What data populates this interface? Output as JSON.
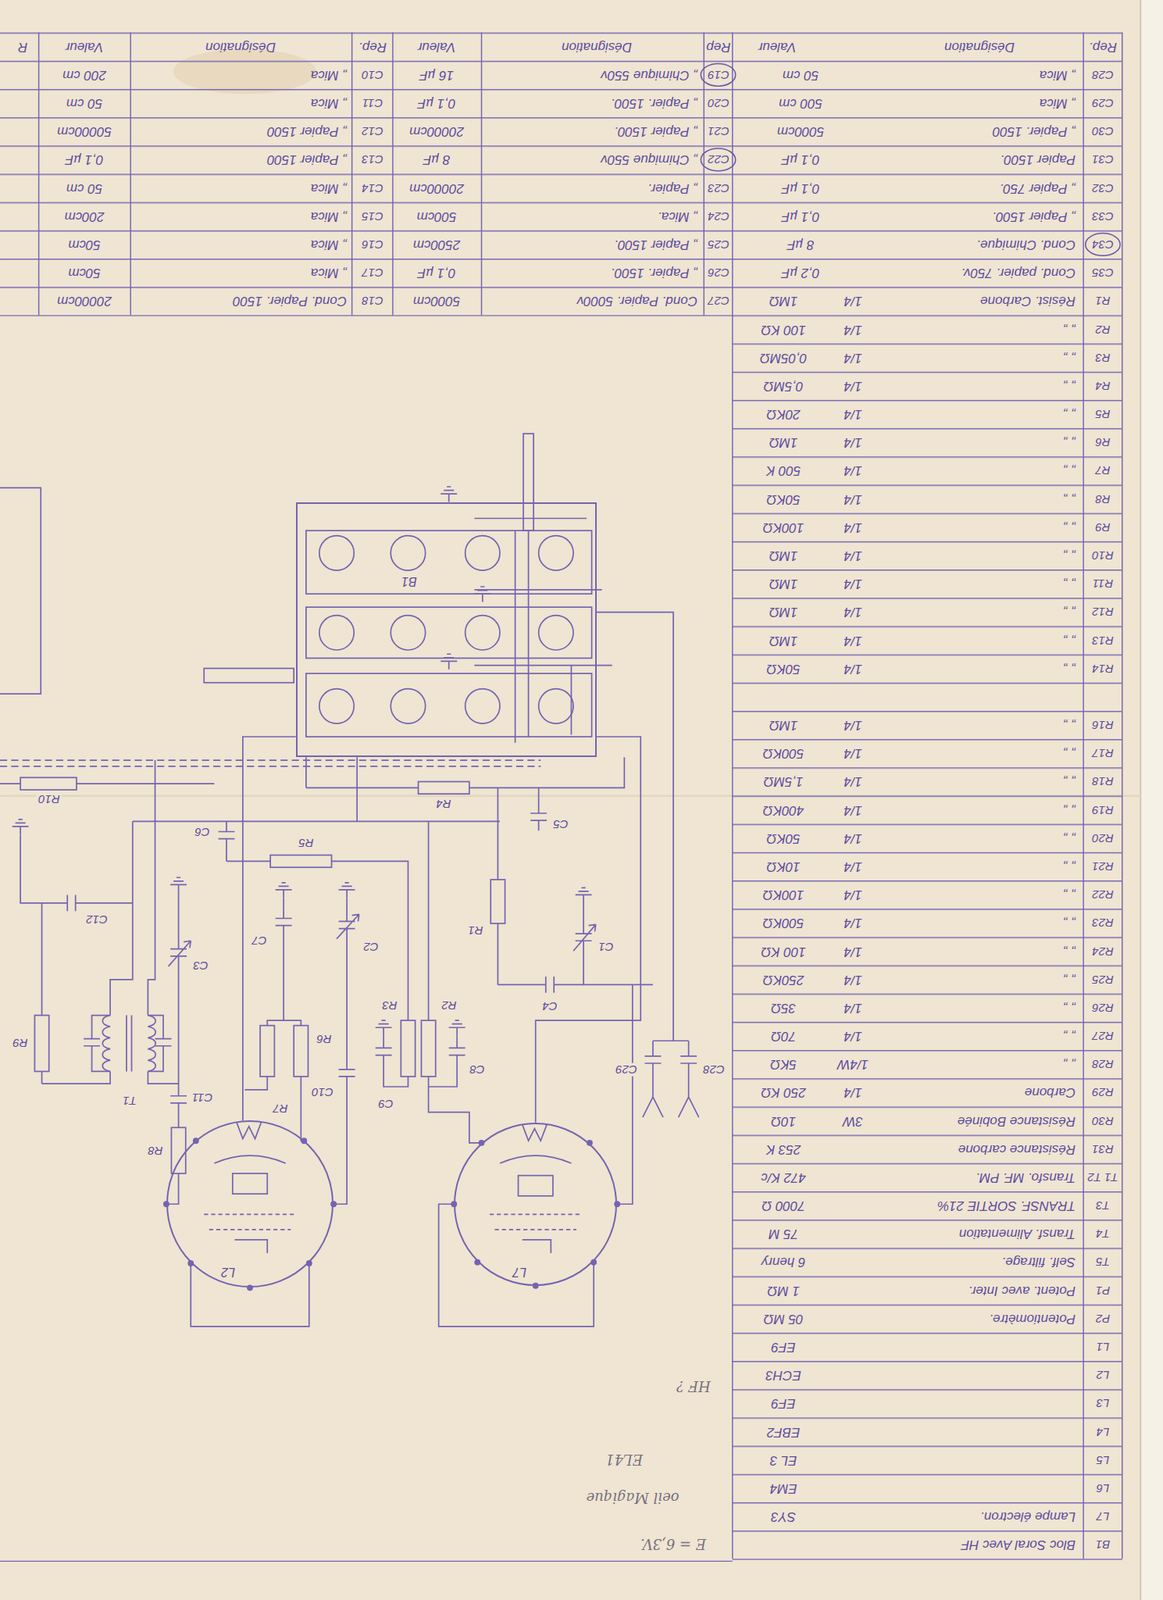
{
  "diagram": {
    "nodes": [
      {
        "text": [
          "B1"
        ]
      },
      {
        "text": [
          "L2"
        ]
      },
      {
        "text": [
          "L7"
        ]
      }
    ],
    "edges": [
      {
        "from": 0,
        "to": 1,
        "arrow": "none"
      },
      {
        "from": 0,
        "to": 2,
        "arrow": "none"
      }
    ],
    "labels": [
      "Rep.",
      "Désignation",
      "Valeur",
      "Rep",
      "Désignation",
      "Valeur",
      "Rep.",
      "Désignation",
      "Valeur",
      "R",
      "C28",
      "„ Mica",
      "50 cm",
      "C29",
      "„ Mica",
      "500 cm",
      "C30",
      "„ Papier. 1500",
      "5000cm",
      "C31",
      "Papier 1500.",
      "0,1 µF",
      "C32",
      "„ Papier 750.",
      "0,1 µF",
      "C33",
      "„ Papier 1500.",
      "0,1 µF",
      "C34",
      "Cond. Chimique.",
      "8 µF",
      "C35",
      "Cond. papier. 750v.",
      "0,2 µF",
      "C19",
      "„ Chimique 550v",
      "16 µF",
      "C20",
      "„ Papier. 1500.",
      "0,1 µF",
      "C21",
      "„ Papier 1500.",
      "20000cm",
      "C22",
      "„ Chimique 550v",
      "8 µF",
      "C23",
      "„ Papier.",
      "20000cm",
      "C24",
      "„ Mica.",
      "500cm",
      "C25",
      "„ Papier 1500.",
      "2500cm",
      "C26",
      "„ Papier. 1500.",
      "0,1 µF",
      "C27",
      "Cond. Papier. 5000v",
      "5000cm",
      "C10",
      "„ Mica",
      "200 cm",
      "C11",
      "„ Mica",
      "50 cm",
      "C12",
      "„ Papier 1500",
      "50000cm",
      "C13",
      "„ Papier 1500",
      "0,1 µF",
      "C14",
      "„ Mica",
      "50 cm",
      "C15",
      "„ Mica",
      "200cm",
      "C16",
      "„ Mica",
      "50cm",
      "C17",
      "„ Mica",
      "50cm",
      "C18",
      "Cond. Papier. 1500",
      "20000cm",
      "R1",
      "Résist. Carbone",
      "1/4",
      "1MΩ",
      "R2",
      "„ „",
      "1/4",
      "100 KΩ",
      "R3",
      "„ „",
      "1/4",
      "0,05MΩ",
      "R4",
      "„ „",
      "1/4",
      "0,5MΩ",
      "R5",
      "„ „",
      "1/4",
      "20KΩ",
      "R6",
      "„ „",
      "1/4",
      "1MΩ",
      "R7",
      "„ „",
      "1/4",
      "500 K",
      "R8",
      "„ „",
      "1/4",
      "50KΩ",
      "R9",
      "„ „",
      "1/4",
      "100KΩ",
      "R10",
      "„ „",
      "1/4",
      "1MΩ",
      "R11",
      "„ „",
      "1/4",
      "1MΩ",
      "R12",
      "„ „",
      "1/4",
      "1MΩ",
      "R13",
      "„ „",
      "1/4",
      "1MΩ",
      "R14",
      "„ „",
      "1/4",
      "50KΩ",
      "R16",
      "„ „",
      "1/4",
      "1MΩ",
      "R17",
      "„ „",
      "1/4",
      "500KΩ",
      "R18",
      "„ „",
      "1/4",
      "1,5MΩ",
      "R19",
      "„ „",
      "1/4",
      "400KΩ",
      "R20",
      "„ „",
      "1/4",
      "50KΩ",
      "R21",
      "„ „",
      "1/4",
      "10KΩ",
      "R22",
      "„ „",
      "1/4",
      "100KΩ",
      "R23",
      "„ „",
      "1/4",
      "500KΩ",
      "R24",
      "„ „",
      "1/4",
      "100 KΩ",
      "R25",
      "„ „",
      "1/4",
      "250KΩ",
      "R26",
      "„ „",
      "1/4",
      "35Ω",
      "R27",
      "„ „",
      "1/4",
      "70Ω",
      "R28",
      "„ „",
      "1/4W",
      "5KΩ",
      "R29",
      "Carbone",
      "1/4",
      "250 KΩ",
      "R30",
      "Résistance Bobinée",
      "3W",
      "10Ω",
      "R31",
      "Résistance carbone",
      "253 K",
      "T1 T2",
      "Transfo. MF. PM.",
      "472 K/c",
      "T3",
      "TRANSF. SORTIE 21%",
      "7000 Ω",
      "T4",
      "Transf. Alimentation",
      "75 M",
      "T5",
      "Self. filtrage.",
      "6 henry",
      "P1",
      "Potent. avec Inter.",
      "1 MΩ",
      "P2",
      "Potentiomètre.",
      "05 MΩ",
      "L1",
      "EF9",
      "L2",
      "ECH3",
      "L3",
      "EF9",
      "L4",
      "EBF2",
      "L5",
      "EL 3",
      "L6",
      "EM4",
      "L7",
      "Lampe électron.",
      "SY3",
      "B1",
      "Bloc Soral Avec HF",
      "R10",
      "R4",
      "C5",
      "C6",
      "R5",
      "R1",
      "C7",
      "C2",
      "C3",
      "C12",
      "C1",
      "C4",
      "R9",
      "T1",
      "R7",
      "R6",
      "C10",
      "C9",
      "R3",
      "R2",
      "C8",
      "C11",
      "R8",
      "C29",
      "C28",
      "HF ?",
      "EL41",
      "oeil Magique",
      "E = 6,3V."
    ]
  }
}
